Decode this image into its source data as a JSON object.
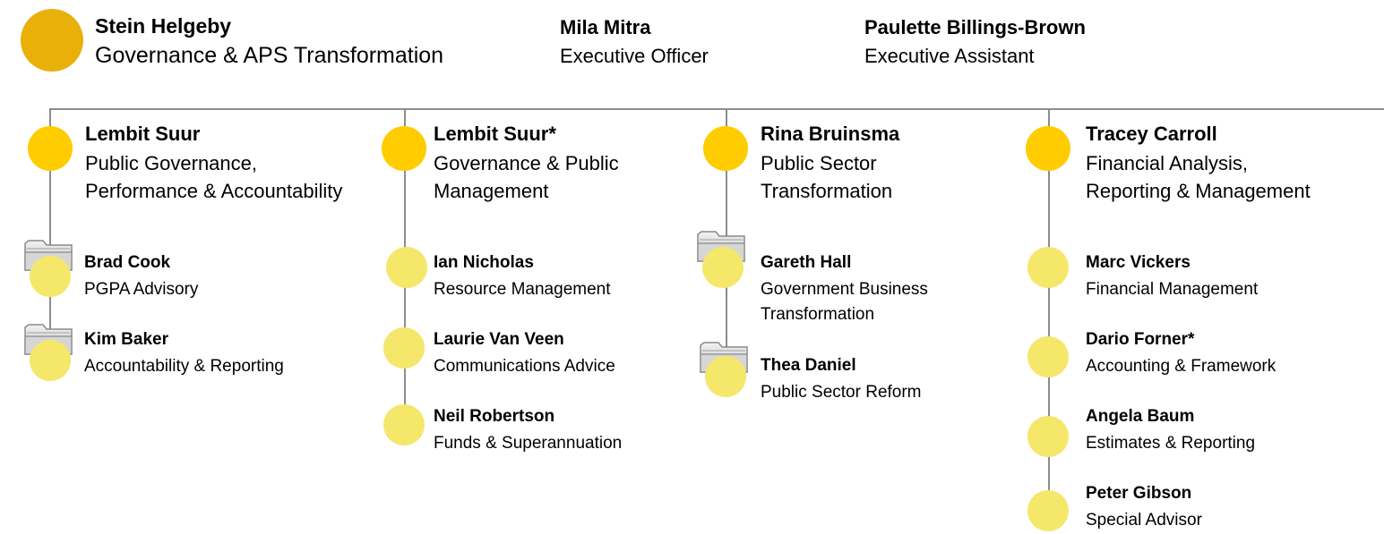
{
  "head": {
    "name": "Stein Helgeby",
    "role": "Governance & APS Transformation"
  },
  "support": [
    {
      "name": "Mila Mitra",
      "role": "Executive Officer"
    },
    {
      "name": "Paulette Billings-Brown",
      "role": "Executive Assistant"
    }
  ],
  "branches": [
    {
      "name": "Lembit Suur",
      "role_line1": "Public Governance,",
      "role_line2": "Performance & Accountability",
      "teams": [
        {
          "name": "Brad Cook",
          "role": "PGPA Advisory"
        },
        {
          "name": "Kim Baker",
          "role": "Accountability & Reporting"
        }
      ]
    },
    {
      "name": "Lembit Suur*",
      "role_line1": "Governance & Public",
      "role_line2": "Management",
      "teams": [
        {
          "name": "Ian Nicholas",
          "role": "Resource Management"
        },
        {
          "name": "Laurie Van Veen",
          "role": "Communications Advice"
        },
        {
          "name": "Neil Robertson",
          "role": "Funds & Superannuation"
        }
      ]
    },
    {
      "name": "Rina Bruinsma",
      "role_line1": "Public Sector",
      "role_line2": "Transformation",
      "teams": [
        {
          "name": "Gareth Hall",
          "role_line1": "Government Business",
          "role_line2": "Transformation"
        },
        {
          "name": "Thea Daniel",
          "role": "Public Sector Reform"
        }
      ]
    },
    {
      "name": "Tracey Carroll",
      "role_line1": "Financial Analysis,",
      "role_line2": "Reporting & Management",
      "teams": [
        {
          "name": "Marc Vickers",
          "role": "Financial Management"
        },
        {
          "name": "Dario Forner*",
          "role": "Accounting & Framework"
        },
        {
          "name": "Angela Baum",
          "role": "Estimates & Reporting"
        },
        {
          "name": "Peter Gibson",
          "role": "Special Advisor"
        }
      ]
    }
  ],
  "colors": {
    "head": "#eab00a",
    "manager": "#ffcc00",
    "team": "#f5e76a",
    "line": "#8c8c8c"
  }
}
